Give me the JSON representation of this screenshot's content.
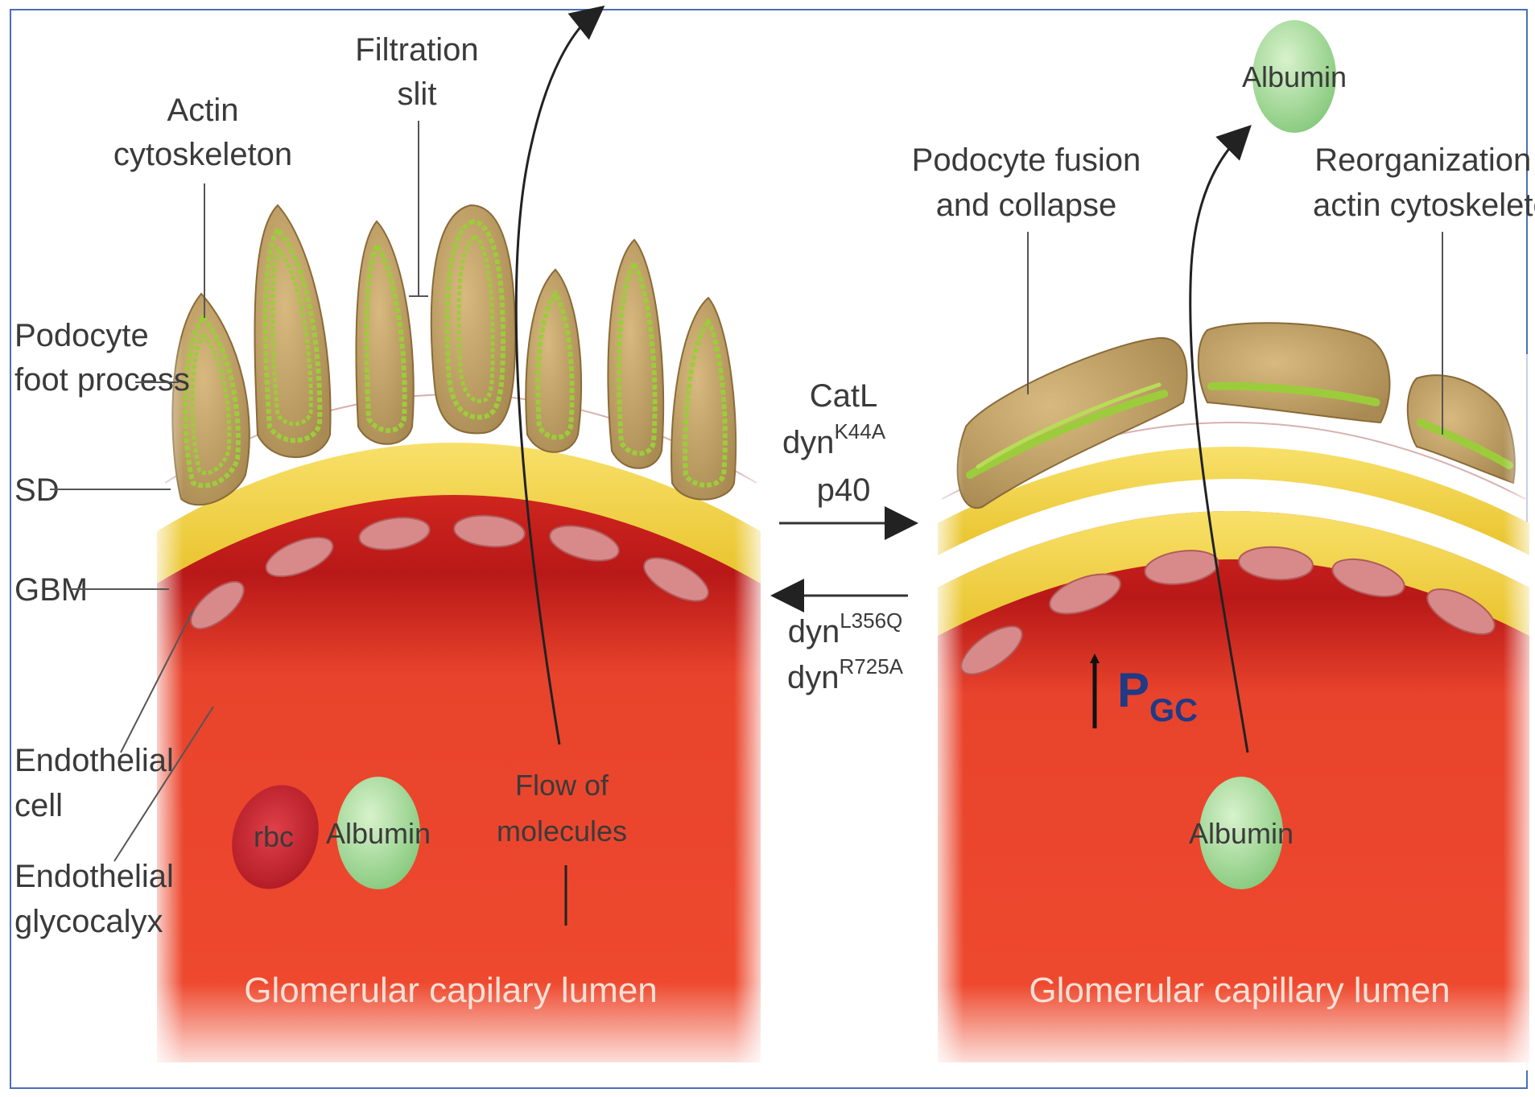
{
  "left_panel": {
    "labels": {
      "filtration_slit": [
        "Filtration",
        "slit"
      ],
      "actin_cytoskeleton": [
        "Actin",
        "cytoskeleton"
      ],
      "podocyte_foot_process": [
        "Podocyte",
        "foot process"
      ],
      "sd": "SD",
      "gbm": "GBM",
      "endothelial_cell": [
        "Endothelial",
        "cell"
      ],
      "endothelial_glycocalyx": [
        "Endothelial",
        "glycocalyx"
      ],
      "rbc": "rbc",
      "albumin": "Albumin",
      "flow_of_molecules": [
        "Flow of",
        "molecules"
      ],
      "lumen": "Glomerular capilary lumen"
    }
  },
  "middle": {
    "forward": [
      "CatL",
      "dyn",
      "p40"
    ],
    "forward_sup": "K44A",
    "reverse": [
      "dyn",
      "dyn"
    ],
    "reverse_sup": [
      "L356Q",
      "R725A"
    ]
  },
  "right_panel": {
    "labels": {
      "albumin_top": "Albumin",
      "podocyte_fusion": [
        "Podocyte fusion",
        "and collapse"
      ],
      "reorganization": [
        "Reorganization of",
        "actin cytoskeleton"
      ],
      "pgc_main": "P",
      "pgc_sub": "GC",
      "albumin_bottom": "Albumin",
      "lumen": "Glomerular capillary lumen"
    }
  },
  "colors": {
    "lumen": "#e8432c",
    "lumen_dark": "#c8201b",
    "gbm": "#f5d640",
    "podocyte": "#c8a86a",
    "actin": "#9ccc3c",
    "endothelial": "#d88a8a",
    "albumin": "#a8dca0",
    "rbc": "#c8202a",
    "pgc": "#1f3a86",
    "border": "#4a6fb5"
  }
}
